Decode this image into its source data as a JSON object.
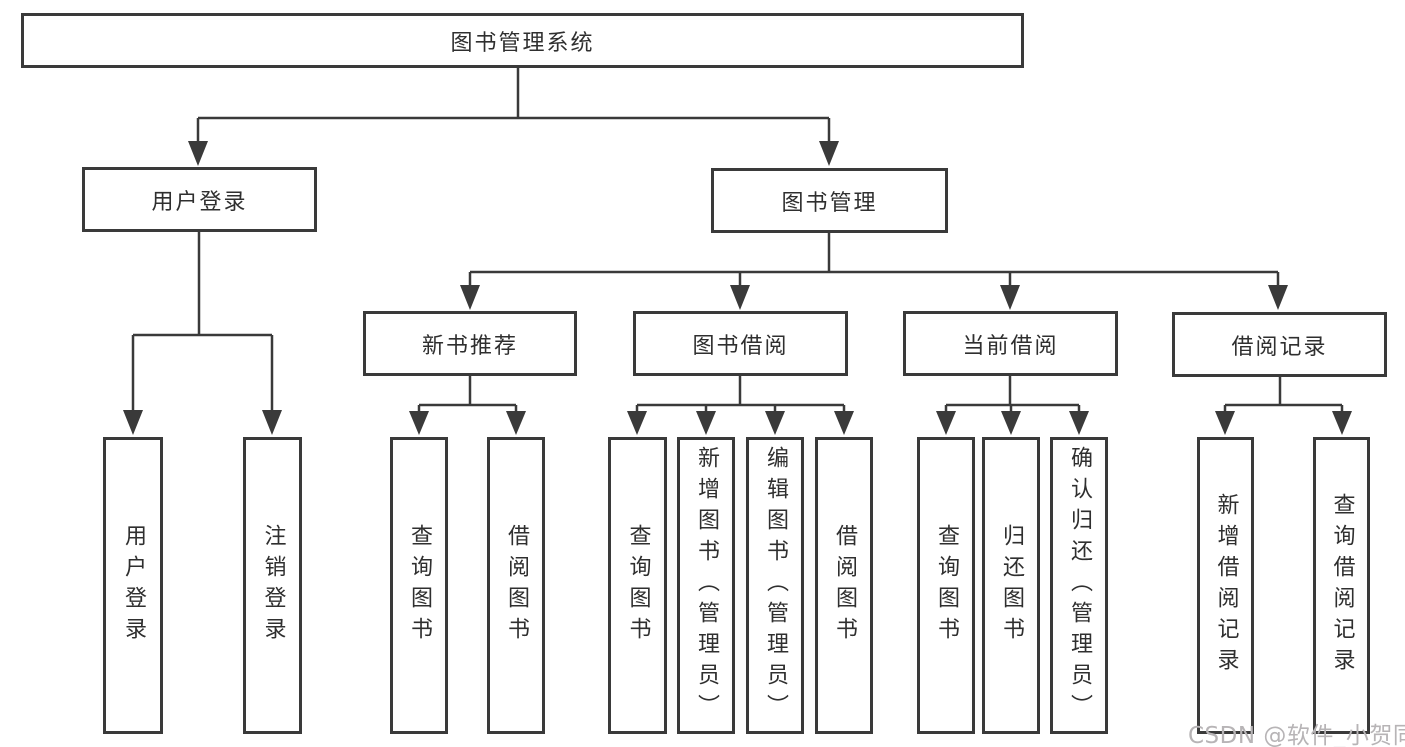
{
  "diagram_type": "hierarchy-tree",
  "tree": {
    "label": "图书管理系统",
    "children": [
      {
        "label": "用户登录",
        "children": [
          {
            "label": "用户登录"
          },
          {
            "label": "注销登录"
          }
        ]
      },
      {
        "label": "图书管理",
        "children": [
          {
            "label": "新书推荐",
            "children": [
              {
                "label": "查询图书"
              },
              {
                "label": "借阅图书"
              }
            ]
          },
          {
            "label": "图书借阅",
            "children": [
              {
                "label": "查询图书"
              },
              {
                "label": "新增图书（管理员）"
              },
              {
                "label": "编辑图书（管理员）"
              },
              {
                "label": "借阅图书"
              }
            ]
          },
          {
            "label": "当前借阅",
            "children": [
              {
                "label": "查询图书"
              },
              {
                "label": "归还图书"
              },
              {
                "label": "确认归还（管理员）"
              }
            ]
          },
          {
            "label": "借阅记录",
            "children": [
              {
                "label": "新增借阅记录"
              },
              {
                "label": "查询借阅记录"
              }
            ]
          }
        ]
      }
    ]
  },
  "watermark": "CSDN @软件_小贺同学",
  "colors": {
    "line": "#3a3a3a",
    "box_border": "#3a3a3a",
    "text": "#2f2f2f",
    "watermark": "#b7b4b6",
    "background": "#ffffff"
  }
}
